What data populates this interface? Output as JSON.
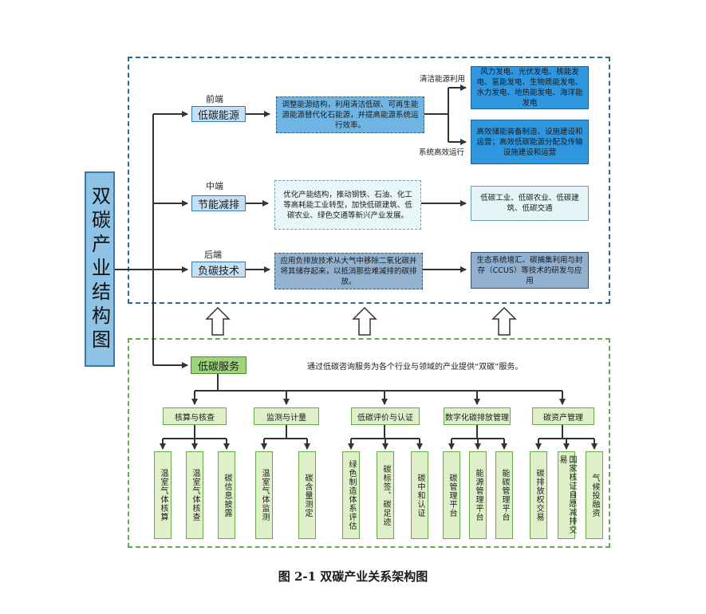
{
  "main_title": "双碳产业结构图",
  "top": {
    "rows": [
      {
        "stage": "前端",
        "category": "低碳能源",
        "description": "调整能源结构，利用清洁低碳、可再生能源能源替代化石能源，并提高能源系统运行效率。",
        "branches": [
          {
            "label": "清洁能源利用",
            "output": "风力发电、光伏发电、核能发电、氢能发电、生物质能发电、水力发电、地热能发电、海洋能发电"
          },
          {
            "label": "系统高效运行",
            "output": "高效储能装备制造、设施建设和运营；高效低碳能源分配及传输设施建设和运营"
          }
        ]
      },
      {
        "stage": "中端",
        "category": "节能减排",
        "description": "优化产能结构，推动钢铁、石油、化工等高耗能工业转型，加快低碳建筑、低碳农业、绿色交通等新兴产业发展。",
        "output": "低碳工业、低碳农业、低碳建筑、低碳交通"
      },
      {
        "stage": "后端",
        "category": "负碳技术",
        "description": "应用负排放技术从大气中移除二氧化碳并将其储存起来，以抵消那些难减排的碳排放。",
        "output": "生态系统增汇、碳捕集利用与封存（CCUS）等技术的研发与应用"
      }
    ]
  },
  "service": {
    "title": "低碳服务",
    "description": "通过低碳咨询服务为各个行业与领域的产业提供“双碳”服务。",
    "groups": [
      {
        "name": "核算与核查",
        "items": [
          "温室气体核算",
          "温室气体核查",
          "碳信息披露"
        ]
      },
      {
        "name": "监测与计量",
        "items": [
          "温室气体监测",
          "碳含量测定"
        ]
      },
      {
        "name": "低碳评价与认证",
        "items": [
          "绿色制造体系评估",
          "碳标签、碳足迹",
          "碳中和认证"
        ]
      },
      {
        "name": "数字化碳排放管理",
        "items": [
          "碳管理平台",
          "能源管理平台",
          "能碳管理平台"
        ]
      },
      {
        "name": "碳资产管理",
        "items": [
          "碳排放权交易",
          "国家核证自愿减排交易",
          "气候投融资"
        ]
      }
    ]
  },
  "caption": "图 2-1  双碳产业关系架构图"
}
